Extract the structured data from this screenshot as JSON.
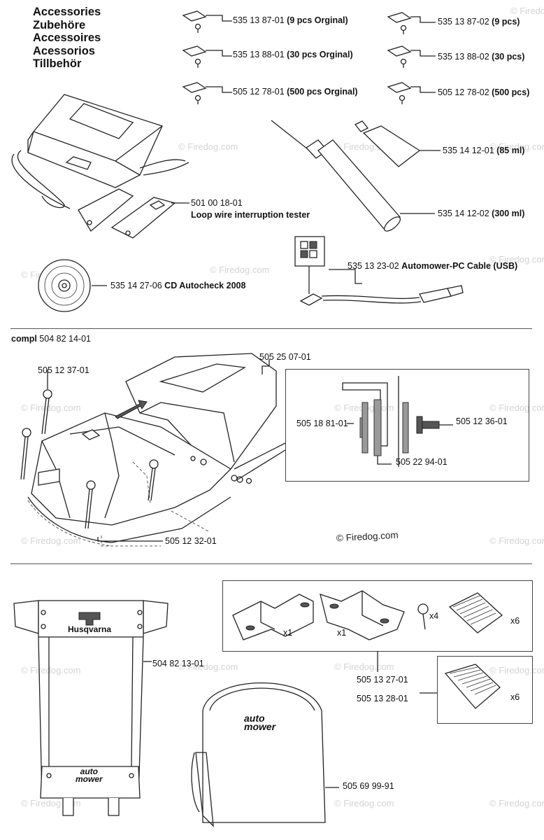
{
  "titles": [
    "Accessories",
    "Zubehöre",
    "Accessoires",
    "Acessorios",
    "Tillbehör"
  ],
  "parts": {
    "clip_9_orig": {
      "num": "535 13 87-01",
      "desc": "(9 pcs Orginal)"
    },
    "clip_30_orig": {
      "num": "535 13 88-01",
      "desc": "(30 pcs Orginal)"
    },
    "clip_500_orig": {
      "num": "505 12 78-01",
      "desc": "(500 pcs Orginal)"
    },
    "clip_9": {
      "num": "535 13 87-02",
      "desc": "(9 pcs)"
    },
    "clip_30": {
      "num": "535 13 88-02",
      "desc": "(30 pcs)"
    },
    "clip_500": {
      "num": "505 12 78-02",
      "desc": "(500 pcs)"
    },
    "grease_85": {
      "num": "535 14 12-01",
      "desc": "(85 ml)"
    },
    "grease_300": {
      "num": "535 14 12-02",
      "desc": "(300 ml)"
    },
    "tester": {
      "num": "501 00 18-01",
      "desc": "Loop wire interruption tester"
    },
    "pc_cable": {
      "num": "535 13 23-02",
      "desc": "Automower-PC Cable (USB)"
    },
    "cd": {
      "num": "535 14 27-06",
      "desc": "CD Autocheck 2008"
    }
  },
  "section2": {
    "compl_label": "compl",
    "compl_num": "504 82 14-01",
    "parts": {
      "cover_top": "505 25 07-01",
      "screw_long": "505 12 37-01",
      "washer": "505 18 81-01",
      "bolt": "505 12 36-01",
      "spacer": "505 22 94-01",
      "body": "505 12 32-01"
    }
  },
  "section3": {
    "wall_kit": "504 82 13-01",
    "bracket_a": "505 13 27-01",
    "bracket_b": "505 13 28-01",
    "bag": "505 69 99-91",
    "qty_x1_left": "x1",
    "qty_x1_right": "x1",
    "qty_x4": "x4",
    "qty_x6_top": "x6",
    "qty_x6_bottom": "x6",
    "brand": "Husqvarna",
    "product_line1": "auto",
    "product_line2": "mower"
  },
  "copyright": "© Firedog.com",
  "watermark": "© Firedog.com"
}
